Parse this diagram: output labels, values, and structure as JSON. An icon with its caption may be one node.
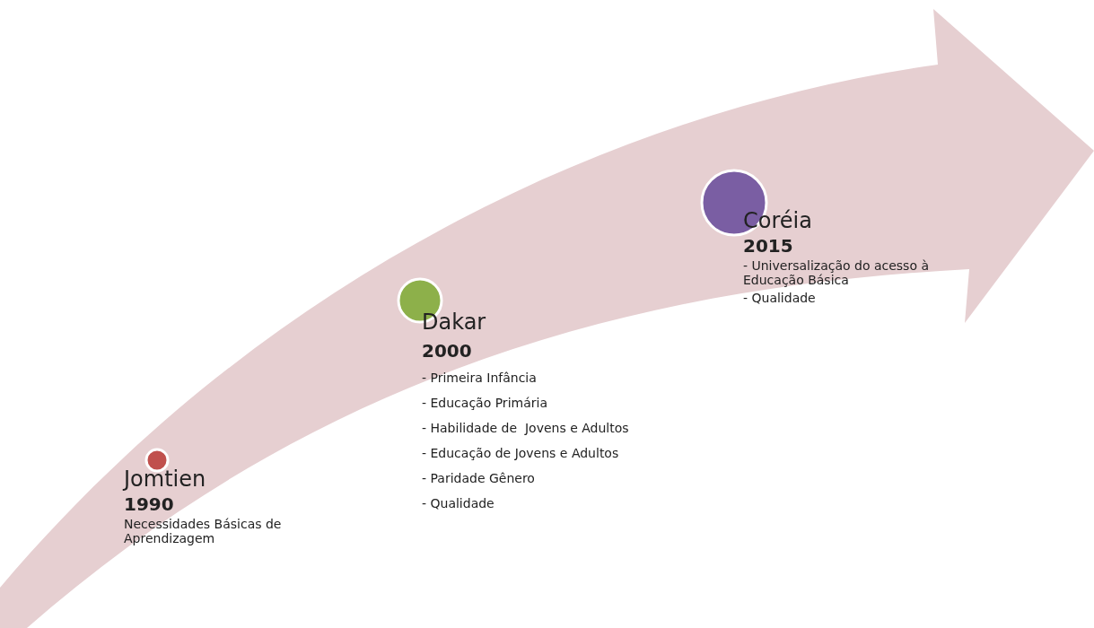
{
  "diagram": {
    "nodes": [
      {
        "text": [],
        "shape": "circle",
        "beside": [
          "Jomtien",
          "1990",
          "Necessidades Básicas de Aprendizagem"
        ]
      },
      {
        "text": [],
        "shape": "circle",
        "beside": [
          "Dakar",
          "2000",
          "- Primeira Infância",
          "- Educação Primária",
          "- Habilidade de  Jovens e Adultos",
          "- Educação de Jovens e Adultos",
          "- Paridade Gênero",
          "- Qualidade"
        ]
      },
      {
        "text": [],
        "shape": "circle",
        "beside": [
          "Coréia",
          "2015",
          "- Universalização do acesso à Educação Básica",
          "- Qualidade"
        ]
      }
    ],
    "edges": []
  }
}
